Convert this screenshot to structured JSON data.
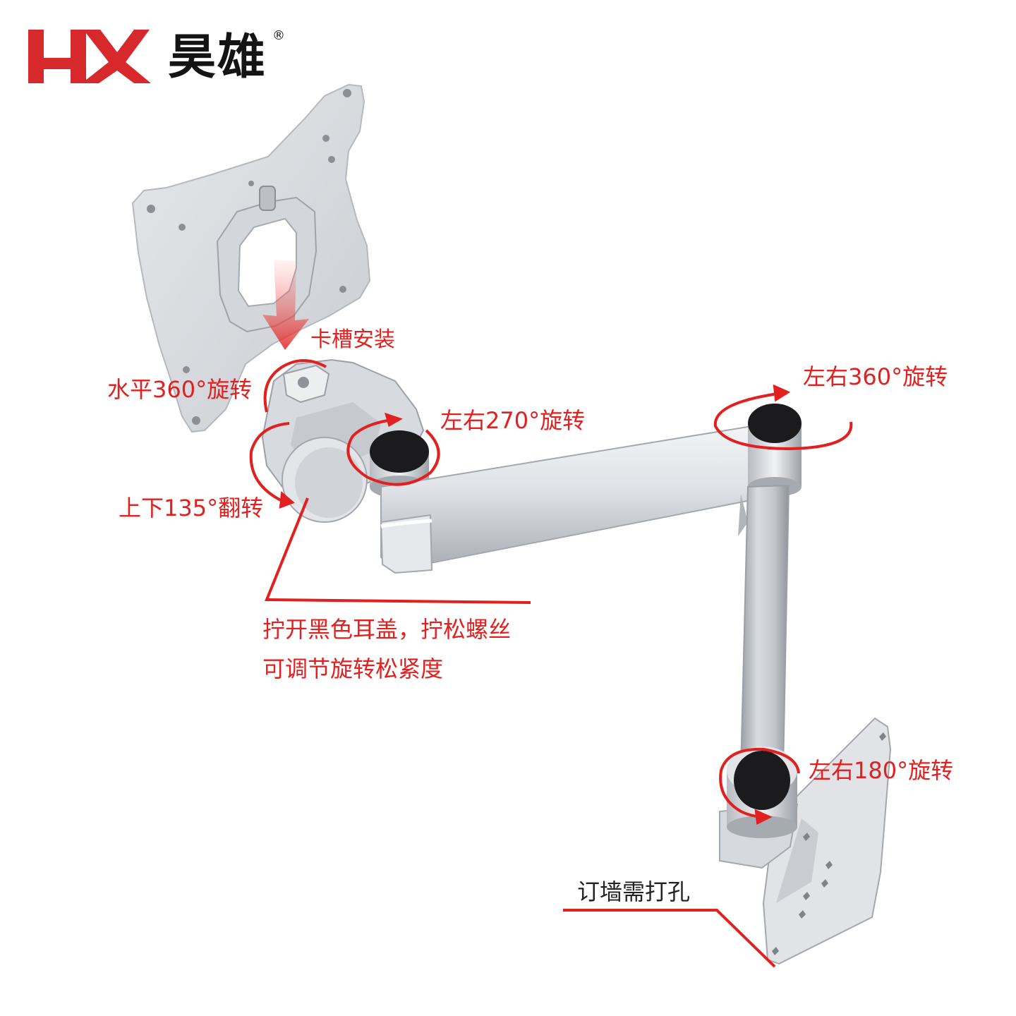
{
  "brand": {
    "logo_letters": "HX",
    "name_cn": "昊雄",
    "registered_mark": "®",
    "logo_color": "#d7282c"
  },
  "callouts": {
    "slot_install": "卡槽安装",
    "horizontal_360": "水平360°旋转",
    "lr_270": "左右270°旋转",
    "ud_135": "上下135°翻转",
    "lr_360": "左右360°旋转",
    "lr_180": "左右180°旋转",
    "adjust_line1": "拧开黑色耳盖，拧松螺丝",
    "adjust_line2": "可调节旋转松紧度",
    "wall_drill": "订墙需打孔"
  },
  "colors": {
    "annotation_red": "#e1201f",
    "metal_light": "#e9ebee",
    "metal_mid": "#c4c8cd",
    "metal_dark": "#8e939a",
    "cap_black": "#1b1b1d"
  },
  "icons": {
    "rotation_arrow": "circular-arrow-icon",
    "install_arrow": "down-arrow-icon"
  }
}
